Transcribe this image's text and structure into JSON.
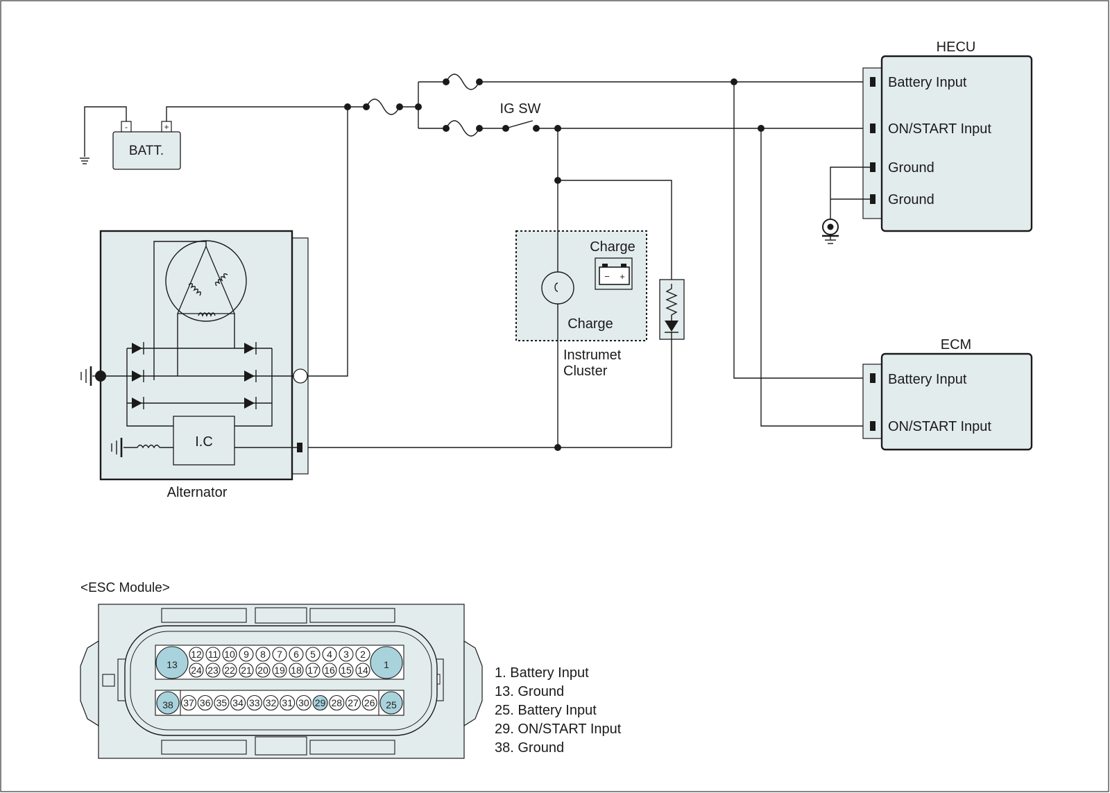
{
  "battery": {
    "label": "BATT.",
    "neg": "-",
    "pos": "+"
  },
  "ig_switch": {
    "label": "IG SW"
  },
  "alternator": {
    "label": "Alternator",
    "ic_label": "I.C"
  },
  "cluster": {
    "name_line1": "Instrumet",
    "name_line2": "Cluster",
    "lamp_label": "Charge",
    "icon_label": "Charge"
  },
  "hecu": {
    "title": "HECU",
    "pins": [
      "Battery Input",
      "ON/START Input",
      "Ground",
      "Ground"
    ]
  },
  "ecm": {
    "title": "ECM",
    "pins": [
      "Battery Input",
      "ON/START Input"
    ]
  },
  "esc": {
    "title": "<ESC Module>",
    "row1": [
      "12",
      "11",
      "10",
      "9",
      "8",
      "7",
      "6",
      "5",
      "4",
      "3",
      "2"
    ],
    "row2": [
      "24",
      "23",
      "22",
      "21",
      "20",
      "19",
      "18",
      "17",
      "16",
      "15",
      "14"
    ],
    "row3": [
      "37",
      "36",
      "35",
      "34",
      "33",
      "32",
      "31",
      "30",
      "29",
      "28",
      "27",
      "26"
    ],
    "big": {
      "left_top": "13",
      "right_top": "1",
      "left_bottom": "38",
      "right_bottom": "25"
    },
    "highlight": "29",
    "legend": [
      "1. Battery Input",
      "13. Ground",
      "25. Battery Input",
      "29. ON/START Input",
      "38. Ground"
    ]
  },
  "colors": {
    "fill": "#e3eced",
    "pin_highlight": "#a9d3dc",
    "line": "#1a1a1a"
  }
}
